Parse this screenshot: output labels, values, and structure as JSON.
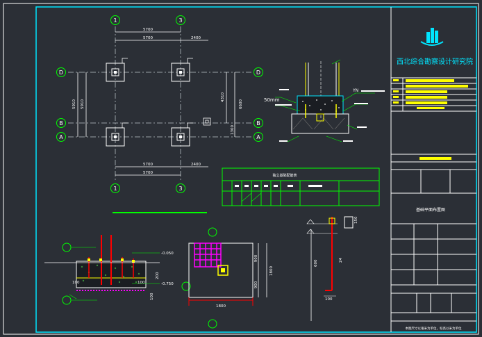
{
  "title_block": {
    "institute": "西北综合勘察设计研究院",
    "sheet_name": "基础平面布置图",
    "bottom_note": "本图尺寸以毫米为单位，标高以米为单位"
  },
  "plan": {
    "axis_labels_top": [
      "1",
      "3"
    ],
    "axis_labels_bottom": [
      "1",
      "3"
    ],
    "axis_labels_left": [
      "D",
      "B",
      "A"
    ],
    "axis_labels_right": [
      "D",
      "B",
      "A"
    ],
    "dims_top_row1": [
      "5700"
    ],
    "dims_top_row2": [
      "5700",
      "2400"
    ],
    "dims_bottom_row1": [
      "5700",
      "2400"
    ],
    "dims_bottom_row2": [
      "5700"
    ],
    "dims_left": [
      "5910",
      "5910"
    ],
    "dims_right": [
      "4310",
      "6600",
      "1300"
    ]
  },
  "detail_section": {
    "label_50mm": "50mm",
    "label_yn": "YN"
  },
  "schedule": {
    "title": "独立基础配筋表"
  },
  "foundation_section": {
    "elev_top": "-0.050",
    "elev_bottom": "-0.750",
    "dim_left": "100",
    "dim_right": "100",
    "dim_h1": "200",
    "dim_h2": "100"
  },
  "footing_plan": {
    "dim_bottom": "1800",
    "dim_right_top": "900",
    "dim_right_bottom": "900",
    "dim_right_total": "1800"
  },
  "anchor": {
    "dim_top": "150",
    "dim_len": "600",
    "dim_bend": "24",
    "dim_foot": "100"
  }
}
